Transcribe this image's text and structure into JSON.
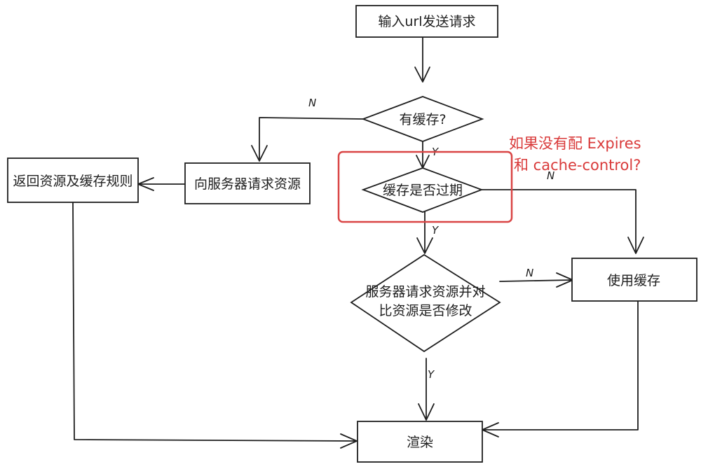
{
  "nodes": {
    "send_request": "输入url发送请求",
    "has_cache": "有缓存?",
    "cache_expired": "缓存是否过期",
    "request_server": "向服务器请求资源",
    "return_resource": "返回资源及缓存规则",
    "compare_line1": "服务器请求资源并对",
    "compare_line2": "比资源是否修改",
    "use_cache": "使用缓存",
    "render": "渲染"
  },
  "edge_labels": {
    "has_cache_no": "N",
    "has_cache_yes": "Y",
    "expired_no": "N",
    "expired_yes": "Y",
    "modified_no": "N",
    "modified_yes": "Y"
  },
  "annotation": {
    "line1": "如果没有配 Expires",
    "line2": "和 cache-control?",
    "color": "#d93a3a"
  },
  "colors": {
    "stroke": "#1e1e1e",
    "highlight": "#d94545"
  }
}
